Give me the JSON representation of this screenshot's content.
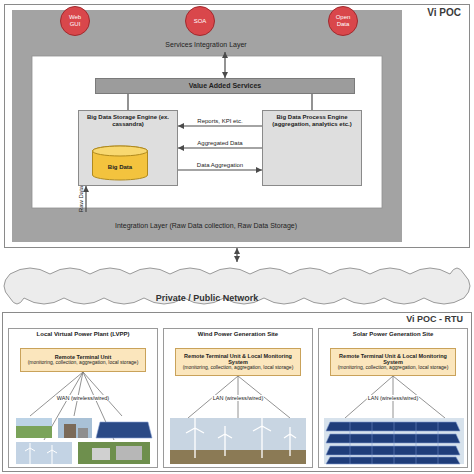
{
  "diagram": {
    "nodes": [
      {
        "text": [
          "Vi POC"
        ]
      },
      {
        "text": [
          "Web GUI"
        ],
        "in": 0
      },
      {
        "text": [
          "SOA"
        ],
        "in": 0
      },
      {
        "text": [
          "Open Data"
        ],
        "in": 0
      },
      {
        "text": [
          "Services Integration Layer"
        ],
        "in": 0
      },
      {
        "text": [
          "Value Added Services"
        ],
        "in": 0
      },
      {
        "text": [
          "Big Data Storage Engine (ex. cassandra)"
        ],
        "in": 0
      },
      {
        "text": [
          "Big Data"
        ],
        "in": 6
      },
      {
        "text": [
          "Big Data Process Engine (aggregation, analytics etc.)"
        ],
        "in": 0
      },
      {
        "text": [
          "Integration Layer (Raw Data collection, Raw Data Storage)"
        ],
        "in": 0
      },
      {
        "text": [
          "Private / Public Network"
        ]
      },
      {
        "text": [
          "Vi POC - RTU"
        ]
      },
      {
        "text": [
          "Local Virtual Power Plant (LVPP)"
        ],
        "in": 11
      },
      {
        "text": [
          "Remote Terminal Unit",
          "(monitoring, collection, aggregation, local storage)"
        ],
        "in": 12
      },
      {
        "text": [
          "Wind Power Generation Site"
        ],
        "in": 11
      },
      {
        "text": [
          "Remote Terminal Unit & Local Monitoring System",
          "(monitoring, collection, aggregation, local storage)"
        ],
        "in": 14
      },
      {
        "text": [
          "Solar Power Generation Site"
        ],
        "in": 11
      },
      {
        "text": [
          "Remote Terminal Unit & Local Monitoring System",
          "(monitoring, collection, aggregation, local storage)"
        ],
        "in": 16
      }
    ],
    "edges": [
      {
        "from": 4,
        "to": 5,
        "arrow": "both"
      },
      {
        "from": 5,
        "to": 6,
        "arrow": "none"
      },
      {
        "from": 5,
        "to": 8,
        "arrow": "none"
      },
      {
        "from": 8,
        "to": 6,
        "label": "Reports, KPI etc.",
        "arrow": "to"
      },
      {
        "from": 8,
        "to": 6,
        "label": "Aggregated Data",
        "arrow": "to"
      },
      {
        "from": 6,
        "to": 8,
        "label": "Data Aggregation",
        "arrow": "to"
      },
      {
        "from": 9,
        "to": 6,
        "label": "Raw Data",
        "arrow": "to"
      },
      {
        "from": 0,
        "to": 10,
        "arrow": "both"
      }
    ],
    "labels": [
      "WAN (wireless/wired)",
      "LAN (wireless/wired)",
      "LAN (wireless/wired)"
    ]
  }
}
